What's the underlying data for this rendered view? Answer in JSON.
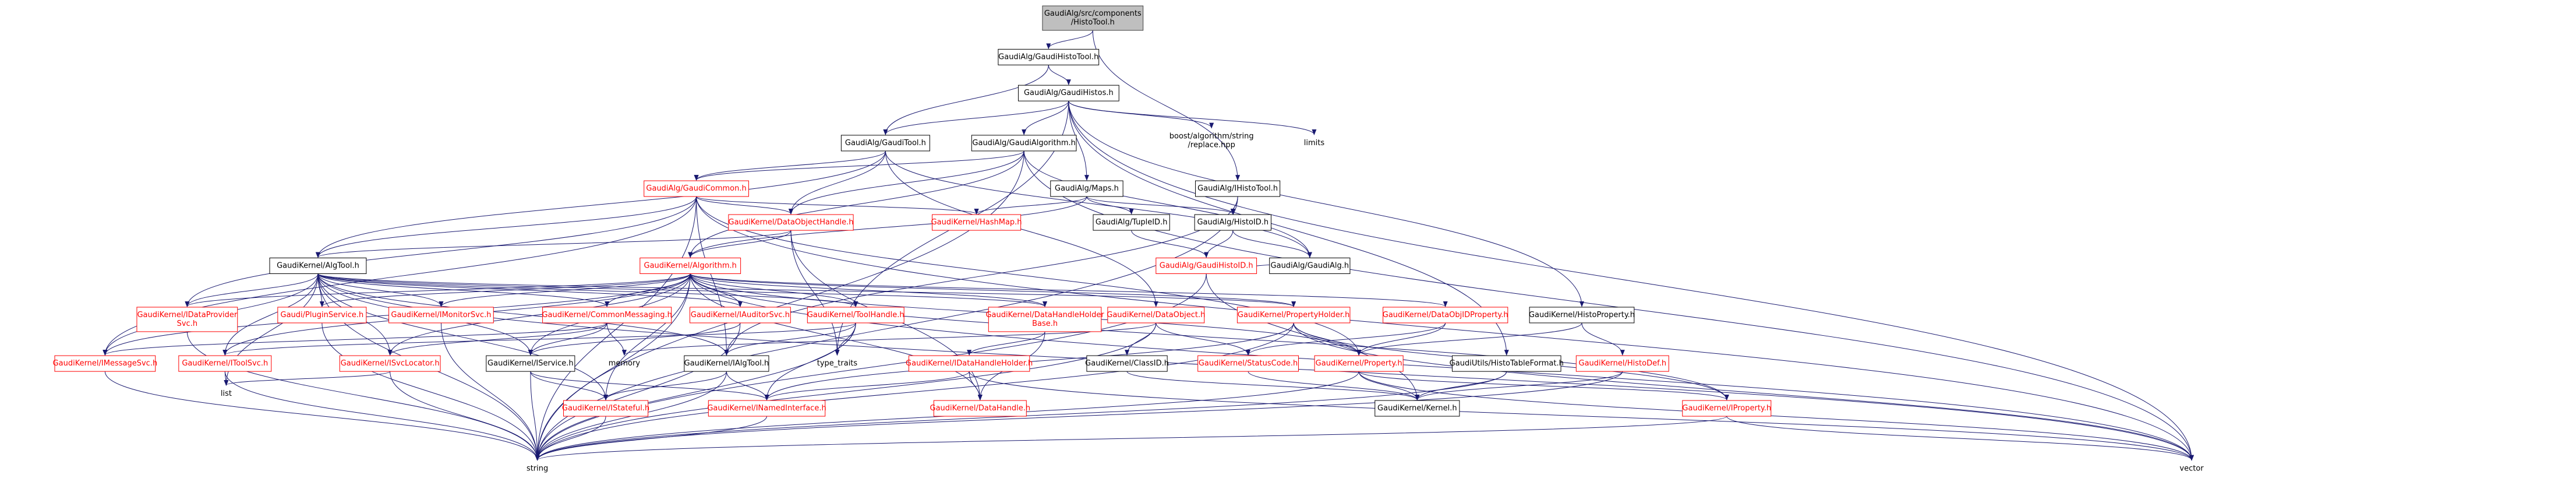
{
  "colors": {
    "background": "#ffffff",
    "node_border_default": "#000000",
    "node_border_link": "#ff0000",
    "root_fill": "#bfbfbf",
    "node_fill": "#ffffff",
    "edge": "#191970",
    "text_default": "#000000",
    "text_link": "#ff0000"
  },
  "nodes": [
    {
      "id": "root",
      "lines": [
        "GaudiAlg/src/components",
        "/HistoTool.h"
      ],
      "kind": "root"
    },
    {
      "id": "gaudihistotool",
      "lines": [
        "GaudiAlg/GaudiHistoTool.h"
      ],
      "kind": "plain"
    },
    {
      "id": "gaudihistos",
      "lines": [
        "GaudiAlg/GaudiHistos.h"
      ],
      "kind": "plain"
    },
    {
      "id": "gauditool",
      "lines": [
        "GaudiAlg/GaudiTool.h"
      ],
      "kind": "plain"
    },
    {
      "id": "gaudialgorithm",
      "lines": [
        "GaudiAlg/GaudiAlgorithm.h"
      ],
      "kind": "plain"
    },
    {
      "id": "boostreplace",
      "lines": [
        "boost/algorithm/string",
        "/replace.hpp"
      ],
      "kind": "external"
    },
    {
      "id": "limits",
      "lines": [
        "limits"
      ],
      "kind": "external"
    },
    {
      "id": "gaudicommon",
      "lines": [
        "GaudiAlg/GaudiCommon.h"
      ],
      "kind": "link"
    },
    {
      "id": "maps",
      "lines": [
        "GaudiAlg/Maps.h"
      ],
      "kind": "plain"
    },
    {
      "id": "ihistotool",
      "lines": [
        "GaudiAlg/IHistoTool.h"
      ],
      "kind": "plain"
    },
    {
      "id": "dataobjecthandle",
      "lines": [
        "GaudiKernel/DataObjectHandle.h"
      ],
      "kind": "link"
    },
    {
      "id": "hashmap",
      "lines": [
        "GaudiKernel/HashMap.h"
      ],
      "kind": "link"
    },
    {
      "id": "tupleid",
      "lines": [
        "GaudiAlg/TupleID.h"
      ],
      "kind": "plain"
    },
    {
      "id": "histoid",
      "lines": [
        "GaudiAlg/HistoID.h"
      ],
      "kind": "plain"
    },
    {
      "id": "algtool",
      "lines": [
        "GaudiKernel/AlgTool.h"
      ],
      "kind": "plain"
    },
    {
      "id": "algorithm",
      "lines": [
        "GaudiKernel/Algorithm.h"
      ],
      "kind": "link"
    },
    {
      "id": "gaudihistoid",
      "lines": [
        "GaudiAlg/GaudiHistoID.h"
      ],
      "kind": "link"
    },
    {
      "id": "gaudialg",
      "lines": [
        "GaudiAlg/GaudiAlg.h"
      ],
      "kind": "plain"
    },
    {
      "id": "idataprovidersvc",
      "lines": [
        "GaudiKernel/IDataProvider",
        "Svc.h"
      ],
      "kind": "link"
    },
    {
      "id": "ipluginservice",
      "lines": [
        "Gaudi/PluginService.h"
      ],
      "kind": "link"
    },
    {
      "id": "imonitorsvc",
      "lines": [
        "GaudiKernel/IMonitorSvc.h"
      ],
      "kind": "link"
    },
    {
      "id": "commonmessaging",
      "lines": [
        "GaudiKernel/CommonMessaging.h"
      ],
      "kind": "link"
    },
    {
      "id": "iauditorsvc",
      "lines": [
        "GaudiKernel/IAuditorSvc.h"
      ],
      "kind": "link"
    },
    {
      "id": "toolhandle",
      "lines": [
        "GaudiKernel/ToolHandle.h"
      ],
      "kind": "link"
    },
    {
      "id": "datahandleholderbase",
      "lines": [
        "GaudiKernel/DataHandleHolder",
        "Base.h"
      ],
      "kind": "link"
    },
    {
      "id": "dataobject",
      "lines": [
        "GaudiKernel/DataObject.h"
      ],
      "kind": "link"
    },
    {
      "id": "propertyholder",
      "lines": [
        "GaudiKernel/PropertyHolder.h"
      ],
      "kind": "link"
    },
    {
      "id": "dataobjidproperty",
      "lines": [
        "GaudiKernel/DataObjIDProperty.h"
      ],
      "kind": "link"
    },
    {
      "id": "histoproperty",
      "lines": [
        "GaudiKernel/HistoProperty.h"
      ],
      "kind": "plain"
    },
    {
      "id": "imessagesvc",
      "lines": [
        "GaudiKernel/IMessageSvc.h"
      ],
      "kind": "link"
    },
    {
      "id": "itoolsvc",
      "lines": [
        "GaudiKernel/IToolSvc.h"
      ],
      "kind": "link"
    },
    {
      "id": "isvclocator",
      "lines": [
        "GaudiKernel/ISvcLocator.h"
      ],
      "kind": "link"
    },
    {
      "id": "iservice",
      "lines": [
        "GaudiKernel/IService.h"
      ],
      "kind": "plain"
    },
    {
      "id": "memory",
      "lines": [
        "memory"
      ],
      "kind": "external"
    },
    {
      "id": "ialgtool",
      "lines": [
        "GaudiKernel/IAlgTool.h"
      ],
      "kind": "plain"
    },
    {
      "id": "idatahandleholder",
      "lines": [
        "GaudiKernel/IDataHandleHolder.h"
      ],
      "kind": "link"
    },
    {
      "id": "typetraits",
      "lines": [
        "type_traits"
      ],
      "kind": "external"
    },
    {
      "id": "classid",
      "lines": [
        "GaudiKernel/ClassID.h"
      ],
      "kind": "plain"
    },
    {
      "id": "statuscode",
      "lines": [
        "GaudiKernel/StatusCode.h"
      ],
      "kind": "link"
    },
    {
      "id": "property",
      "lines": [
        "GaudiKernel/Property.h"
      ],
      "kind": "link"
    },
    {
      "id": "histotableformat",
      "lines": [
        "GaudiUtils/HistoTableFormat.h"
      ],
      "kind": "plain"
    },
    {
      "id": "histodef",
      "lines": [
        "GaudiKernel/HistoDef.h"
      ],
      "kind": "link"
    },
    {
      "id": "list",
      "lines": [
        "list"
      ],
      "kind": "external"
    },
    {
      "id": "istateful",
      "lines": [
        "GaudiKernel/IStateful.h"
      ],
      "kind": "link"
    },
    {
      "id": "inamedinterface",
      "lines": [
        "GaudiKernel/INamedInterface.h"
      ],
      "kind": "link"
    },
    {
      "id": "datahandle",
      "lines": [
        "GaudiKernel/DataHandle.h"
      ],
      "kind": "link"
    },
    {
      "id": "kernel",
      "lines": [
        "GaudiKernel/Kernel.h"
      ],
      "kind": "plain"
    },
    {
      "id": "iproperty",
      "lines": [
        "GaudiKernel/IProperty.h"
      ],
      "kind": "link"
    },
    {
      "id": "string",
      "lines": [
        "string"
      ],
      "kind": "external"
    },
    {
      "id": "vector",
      "lines": [
        "vector"
      ],
      "kind": "external"
    }
  ],
  "edges": [
    [
      "root",
      "gaudihistotool"
    ],
    [
      "root",
      "ihistotool"
    ],
    [
      "gaudihistotool",
      "gaudihistos"
    ],
    [
      "gaudihistotool",
      "gauditool"
    ],
    [
      "gaudihistos",
      "gauditool"
    ],
    [
      "gaudihistos",
      "gaudialgorithm"
    ],
    [
      "gaudihistos",
      "boostreplace"
    ],
    [
      "gaudihistos",
      "limits"
    ],
    [
      "gaudihistos",
      "maps"
    ],
    [
      "gaudihistos",
      "histoproperty"
    ],
    [
      "gaudihistos",
      "histotableformat"
    ],
    [
      "gaudihistos",
      "typetraits"
    ],
    [
      "gaudihistos",
      "vector"
    ],
    [
      "gauditool",
      "gaudicommon"
    ],
    [
      "gauditool",
      "algtool"
    ],
    [
      "gauditool",
      "dataobjecthandle"
    ],
    [
      "gauditool",
      "dataobject"
    ],
    [
      "gauditool",
      "gaudialg"
    ],
    [
      "gaudialgorithm",
      "gaudicommon"
    ],
    [
      "gaudialgorithm",
      "algorithm"
    ],
    [
      "gaudialgorithm",
      "dataobjecthandle"
    ],
    [
      "gaudialgorithm",
      "gaudialg"
    ],
    [
      "gaudialgorithm",
      "vector"
    ],
    [
      "gaudialgorithm",
      "string"
    ],
    [
      "gaudicommon",
      "algtool"
    ],
    [
      "gaudicommon",
      "dataobjecthandle"
    ],
    [
      "gaudicommon",
      "hashmap"
    ],
    [
      "gaudicommon",
      "ialgtool"
    ],
    [
      "gaudicommon",
      "property"
    ],
    [
      "gaudicommon",
      "imessagesvc"
    ],
    [
      "gaudicommon",
      "idataprovidersvc"
    ],
    [
      "gaudicommon",
      "string"
    ],
    [
      "gaudicommon",
      "vector"
    ],
    [
      "maps",
      "hashmap"
    ],
    [
      "maps",
      "tupleid"
    ],
    [
      "maps",
      "histoid"
    ],
    [
      "maps",
      "algorithm"
    ],
    [
      "ihistotool",
      "histoid"
    ],
    [
      "ihistotool",
      "ialgtool"
    ],
    [
      "ihistotool",
      "string"
    ],
    [
      "dataobjecthandle",
      "algtool"
    ],
    [
      "dataobjecthandle",
      "algorithm"
    ],
    [
      "dataobjecthandle",
      "datahandle"
    ],
    [
      "dataobjecthandle",
      "typetraits"
    ],
    [
      "tupleid",
      "gaudihistoid"
    ],
    [
      "histoid",
      "gaudihistoid"
    ],
    [
      "histoid",
      "gaudialg"
    ],
    [
      "gaudihistoid",
      "kernel"
    ],
    [
      "gaudihistoid",
      "string"
    ],
    [
      "gaudihistoid",
      "gaudialg"
    ],
    [
      "algtool",
      "idataprovidersvc"
    ],
    [
      "algtool",
      "ipluginservice"
    ],
    [
      "algtool",
      "imonitorsvc"
    ],
    [
      "algtool",
      "commonmessaging"
    ],
    [
      "algtool",
      "iauditorsvc"
    ],
    [
      "algtool",
      "toolhandle"
    ],
    [
      "algtool",
      "datahandleholderbase"
    ],
    [
      "algtool",
      "propertyholder"
    ],
    [
      "algtool",
      "imessagesvc"
    ],
    [
      "algtool",
      "itoolsvc"
    ],
    [
      "algtool",
      "isvclocator"
    ],
    [
      "algtool",
      "iservice"
    ],
    [
      "algtool",
      "ialgtool"
    ],
    [
      "algtool",
      "list"
    ],
    [
      "algtool",
      "istateful"
    ],
    [
      "algtool",
      "string"
    ],
    [
      "algtool",
      "vector"
    ],
    [
      "algorithm",
      "idataprovidersvc"
    ],
    [
      "algorithm",
      "ipluginservice"
    ],
    [
      "algorithm",
      "imonitorsvc"
    ],
    [
      "algorithm",
      "commonmessaging"
    ],
    [
      "algorithm",
      "iauditorsvc"
    ],
    [
      "algorithm",
      "toolhandle"
    ],
    [
      "algorithm",
      "datahandleholderbase"
    ],
    [
      "algorithm",
      "dataobjidproperty"
    ],
    [
      "algorithm",
      "propertyholder"
    ],
    [
      "algorithm",
      "imessagesvc"
    ],
    [
      "algorithm",
      "itoolsvc"
    ],
    [
      "algorithm",
      "isvclocator"
    ],
    [
      "algorithm",
      "iservice"
    ],
    [
      "algorithm",
      "istateful"
    ],
    [
      "algorithm",
      "string"
    ],
    [
      "algorithm",
      "vector"
    ],
    [
      "algorithm",
      "property"
    ],
    [
      "algorithm",
      "iproperty"
    ],
    [
      "algorithm",
      "datahandle"
    ],
    [
      "idataprovidersvc",
      "string"
    ],
    [
      "ipluginservice",
      "string"
    ],
    [
      "imonitorsvc",
      "string"
    ],
    [
      "commonmessaging",
      "imessagesvc"
    ],
    [
      "commonmessaging",
      "isvclocator"
    ],
    [
      "commonmessaging",
      "iservice"
    ],
    [
      "commonmessaging",
      "memory"
    ],
    [
      "iauditorsvc",
      "iservice"
    ],
    [
      "iauditorsvc",
      "string"
    ],
    [
      "toolhandle",
      "ialgtool"
    ],
    [
      "toolhandle",
      "itoolsvc"
    ],
    [
      "toolhandle",
      "inamedinterface"
    ],
    [
      "toolhandle",
      "typetraits"
    ],
    [
      "toolhandle",
      "string"
    ],
    [
      "datahandleholderbase",
      "idatahandleholder"
    ],
    [
      "datahandleholderbase",
      "datahandle"
    ],
    [
      "dataobject",
      "classid"
    ],
    [
      "dataobject",
      "statuscode"
    ],
    [
      "dataobject",
      "string"
    ],
    [
      "dataobject",
      "memory"
    ],
    [
      "propertyholder",
      "property"
    ],
    [
      "propertyholder",
      "iproperty"
    ],
    [
      "propertyholder",
      "string"
    ],
    [
      "propertyholder",
      "vector"
    ],
    [
      "propertyholder",
      "inamedinterface"
    ],
    [
      "dataobjidproperty",
      "property"
    ],
    [
      "dataobjidproperty",
      "statuscode"
    ],
    [
      "histoproperty",
      "property"
    ],
    [
      "histoproperty",
      "histodef"
    ],
    [
      "imessagesvc",
      "string"
    ],
    [
      "itoolsvc",
      "list"
    ],
    [
      "itoolsvc",
      "string"
    ],
    [
      "isvclocator",
      "list"
    ],
    [
      "isvclocator",
      "string"
    ],
    [
      "iservice",
      "istateful"
    ],
    [
      "iservice",
      "inamedinterface"
    ],
    [
      "iservice",
      "string"
    ],
    [
      "ialgtool",
      "istateful"
    ],
    [
      "ialgtool",
      "inamedinterface"
    ],
    [
      "ialgtool",
      "string"
    ],
    [
      "idatahandleholder",
      "datahandle"
    ],
    [
      "idatahandleholder",
      "inamedinterface"
    ],
    [
      "idatahandleholder",
      "vector"
    ],
    [
      "classid",
      "kernel"
    ],
    [
      "statuscode",
      "kernel"
    ],
    [
      "property",
      "kernel"
    ],
    [
      "property",
      "iproperty"
    ],
    [
      "property",
      "string"
    ],
    [
      "property",
      "vector"
    ],
    [
      "histotableformat",
      "kernel"
    ],
    [
      "histotableformat",
      "string"
    ],
    [
      "histodef",
      "kernel"
    ],
    [
      "histodef",
      "string"
    ],
    [
      "istateful",
      "string"
    ],
    [
      "inamedinterface",
      "string"
    ],
    [
      "iproperty",
      "string"
    ],
    [
      "iproperty",
      "vector"
    ]
  ]
}
